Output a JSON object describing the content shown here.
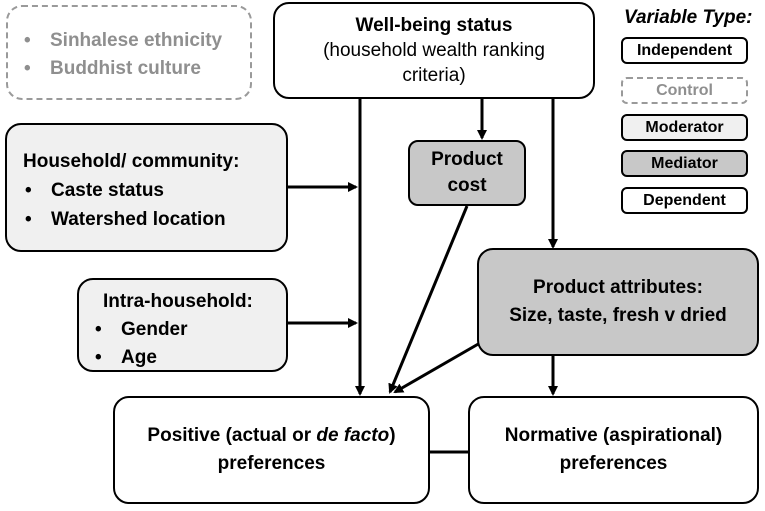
{
  "control_box": {
    "items": [
      "Sinhalese ethnicity",
      "Buddhist culture"
    ]
  },
  "wellbeing": {
    "title": "Well-being status",
    "subtitle": "(household wealth ranking criteria)"
  },
  "household": {
    "title": "Household/ community:",
    "items": [
      "Caste status",
      "Watershed location"
    ]
  },
  "intra": {
    "title": "Intra-household:",
    "items": [
      "Gender",
      "Age"
    ]
  },
  "product_cost": {
    "line1": "Product",
    "line2": "cost"
  },
  "attributes": {
    "line1": "Product attributes:",
    "line2": "Size, taste, fresh v dried"
  },
  "positive": {
    "prefix": "Positive  (actual or ",
    "italic": "de facto",
    "suffix": ")",
    "line2": "preferences"
  },
  "normative": {
    "line1": "Normative (aspirational)",
    "line2": "preferences"
  },
  "legend": {
    "title": "Variable Type:",
    "items": [
      "Independent",
      "Control",
      "Moderator",
      "Mediator",
      "Dependent"
    ]
  }
}
